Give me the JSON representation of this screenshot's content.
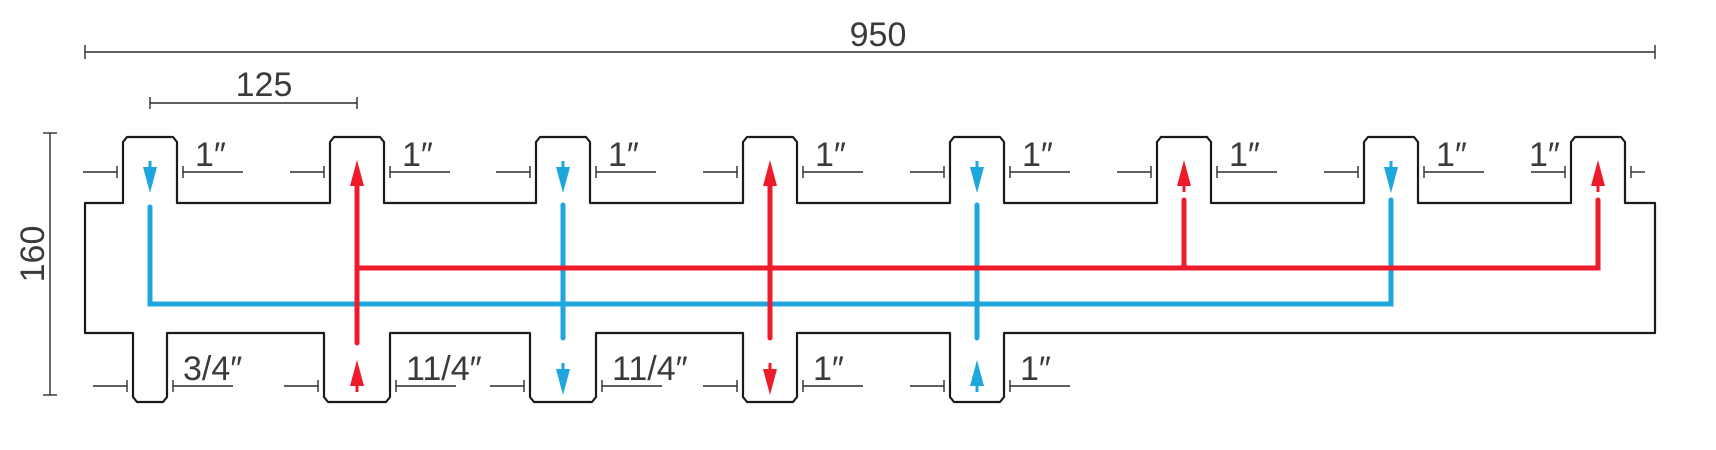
{
  "dimensions": {
    "overall_length": "950",
    "pitch": "125",
    "height": "160"
  },
  "colors": {
    "supply": "#ee1c2b",
    "return": "#1ea7de",
    "outline": "#1a1a1a"
  },
  "top_ports": [
    {
      "size": "1″",
      "flow": "return"
    },
    {
      "size": "1″",
      "flow": "supply"
    },
    {
      "size": "1″",
      "flow": "return"
    },
    {
      "size": "1″",
      "flow": "supply"
    },
    {
      "size": "1″",
      "flow": "return"
    },
    {
      "size": "1″",
      "flow": "supply"
    },
    {
      "size": "1″",
      "flow": "return"
    },
    {
      "size": "1″",
      "flow": "supply"
    }
  ],
  "bottom_ports": [
    {
      "size": "3/4″",
      "flow": "none"
    },
    {
      "size": "11/4″",
      "flow": "supply"
    },
    {
      "size": "11/4″",
      "flow": "return"
    },
    {
      "size": "1″",
      "flow": "supply"
    },
    {
      "size": "1″",
      "flow": "return"
    }
  ]
}
